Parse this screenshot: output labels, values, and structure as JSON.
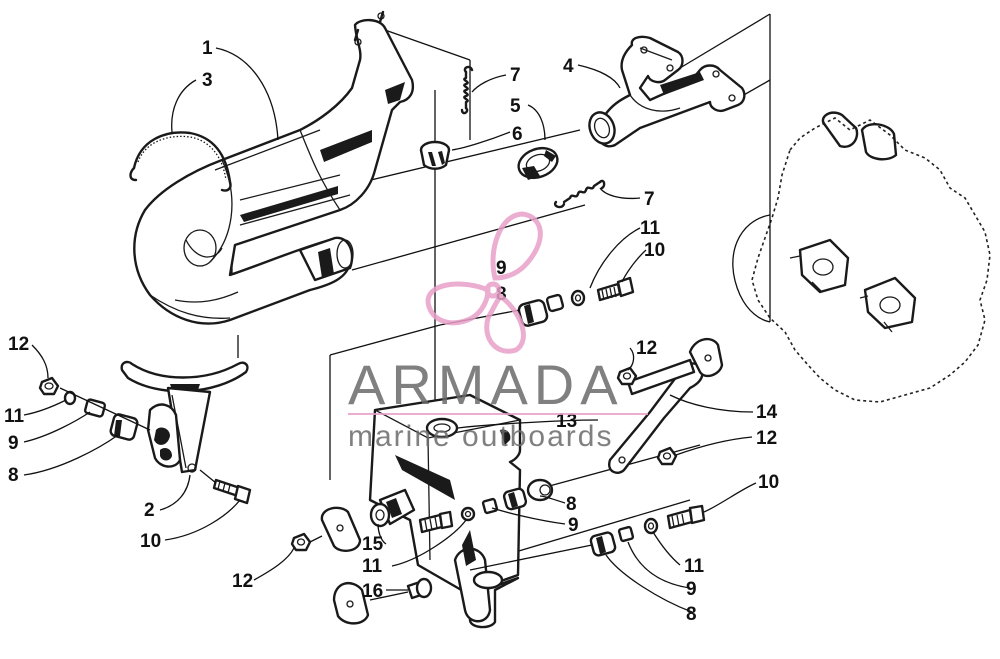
{
  "watermark": {
    "brand": "ARMADA",
    "tagline": "marine outboards",
    "brand_color": "#6a6a6a",
    "accent_color": "#e8a0c8",
    "icon": "propeller-logo-icon"
  },
  "callouts": [
    "1",
    "3",
    "7",
    "4",
    "5",
    "6",
    "7",
    "11",
    "10",
    "9",
    "8",
    "12",
    "12",
    "11",
    "9",
    "8",
    "13",
    "14",
    "12",
    "2",
    "10",
    "8",
    "9",
    "10",
    "11",
    "15",
    "11",
    "9",
    "12",
    "16",
    "8"
  ]
}
